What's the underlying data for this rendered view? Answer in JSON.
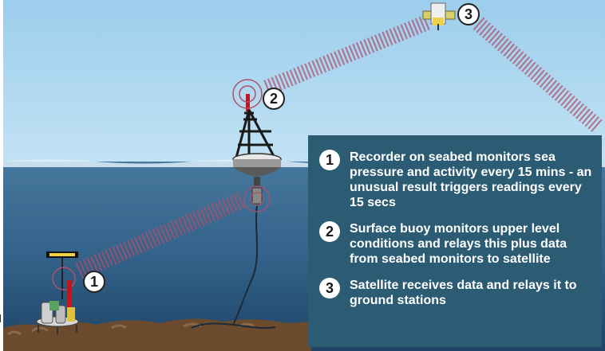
{
  "colors": {
    "sky": "#a8d4ee",
    "sea_top": "#3d6d92",
    "sea_bottom": "#24496a",
    "panel": "#2b5c74",
    "signal": "#b0506a",
    "seabed": "#6b4a2e"
  },
  "markers": {
    "seabed_recorder": "1",
    "surface_buoy": "2",
    "satellite": "3"
  },
  "legend": {
    "items": [
      {
        "num": "1",
        "text": "Recorder on seabed monitors sea pressure and activity every 15 mins - an unusual result triggers readings every 15 secs"
      },
      {
        "num": "2",
        "text": "Surface buoy monitors upper level conditions and relays this plus data from seabed monitors to satellite"
      },
      {
        "num": "3",
        "text": "Satellite receives data and relays it to ground stations"
      }
    ]
  }
}
